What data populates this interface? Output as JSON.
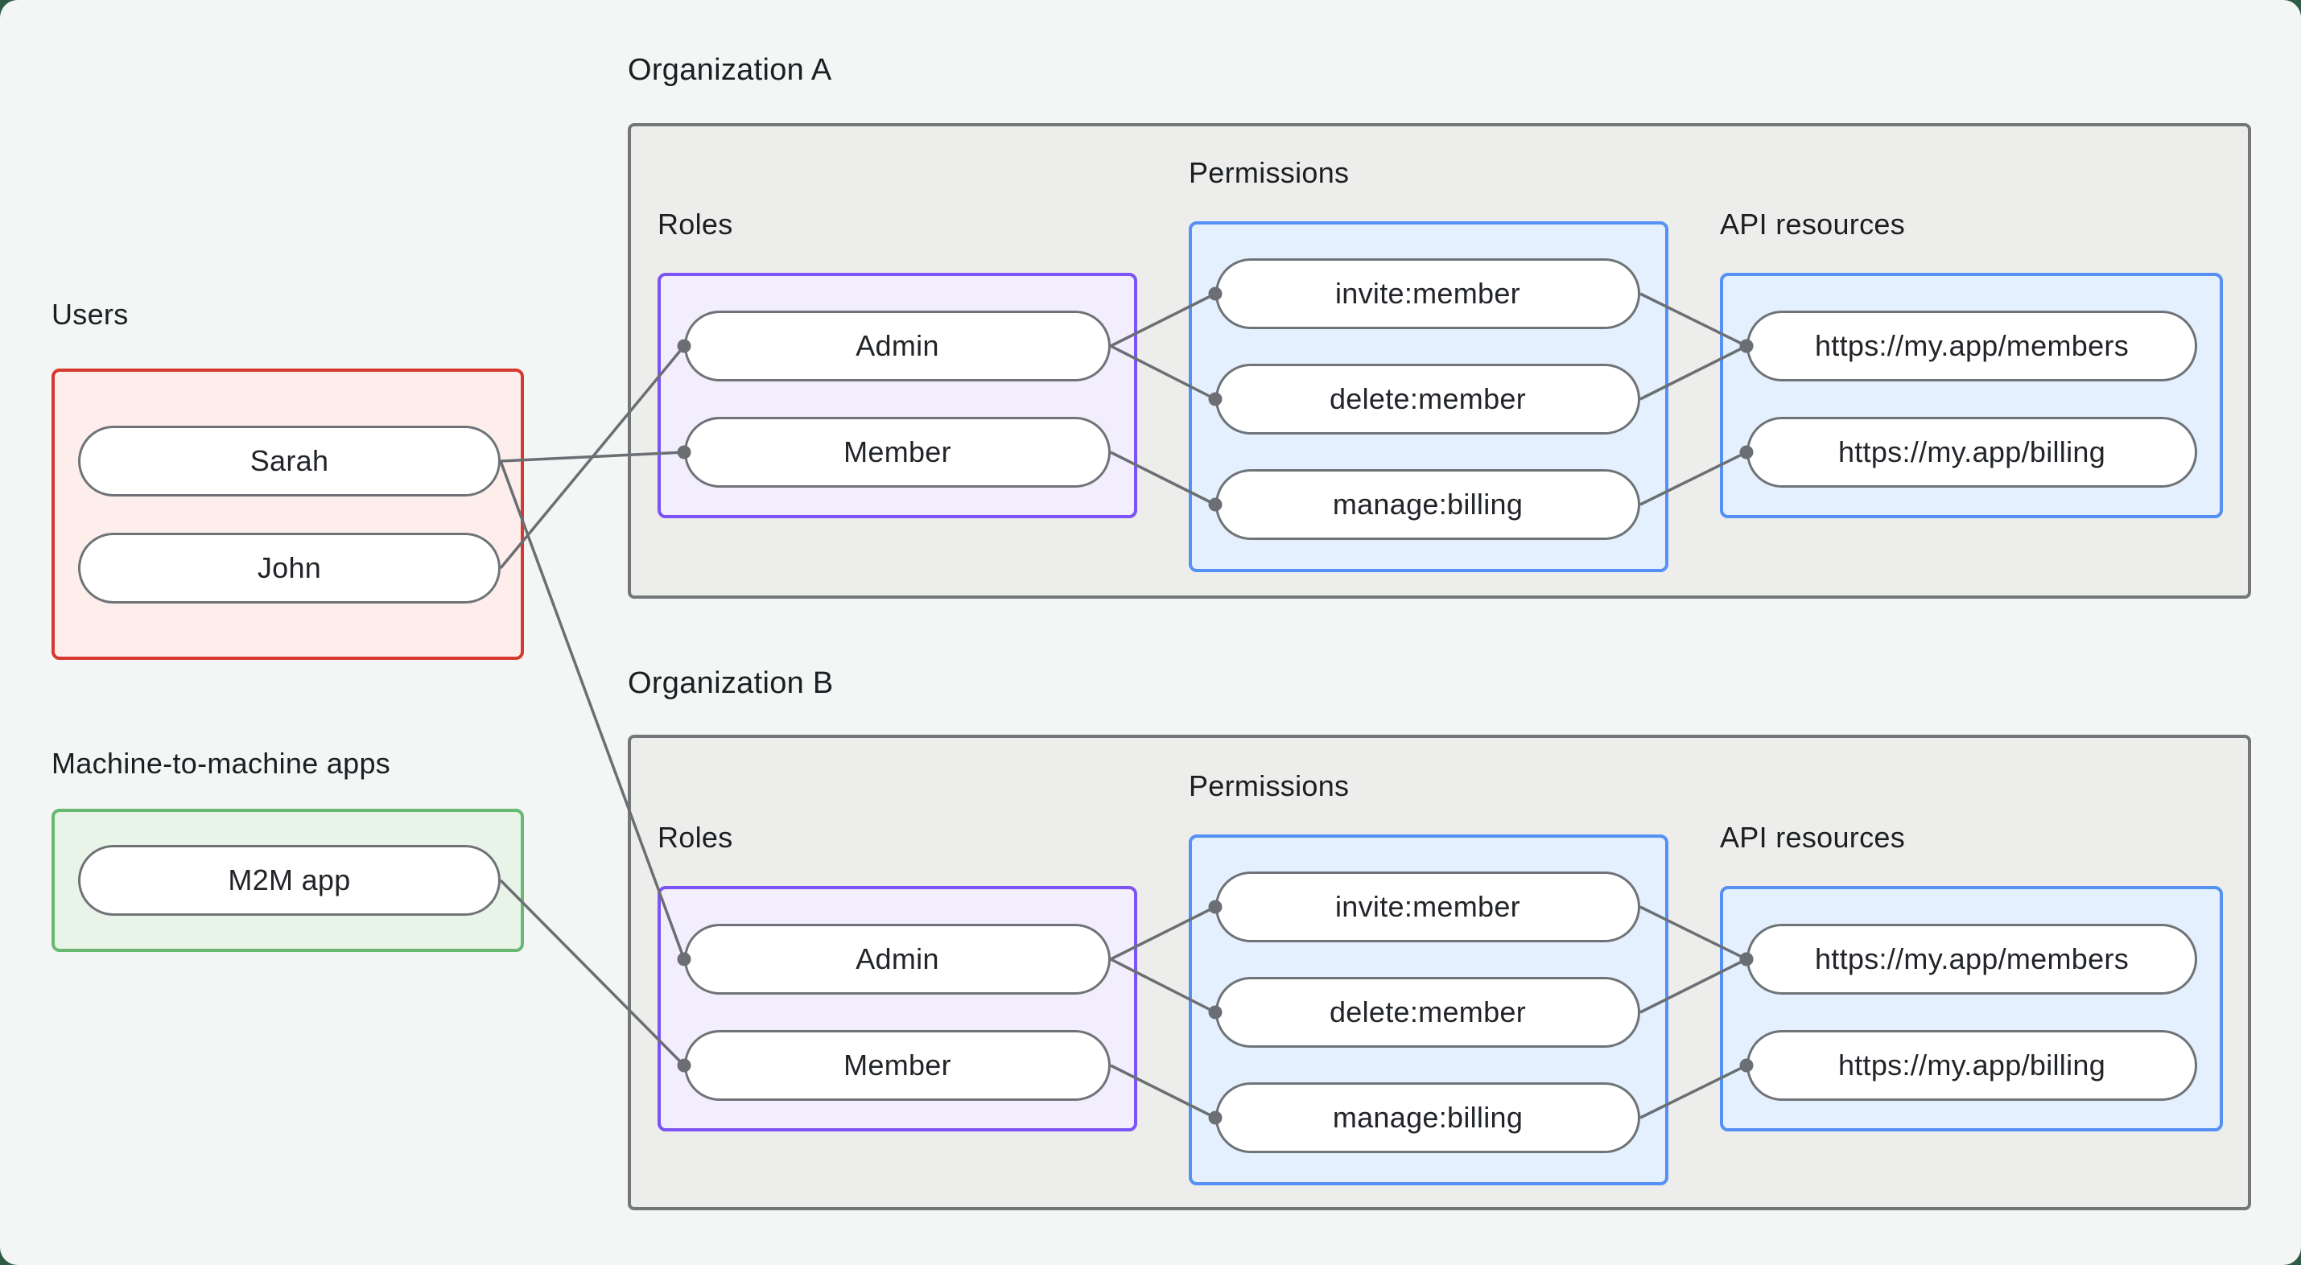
{
  "colors": {
    "red": "#d5392f",
    "red-bg": "#fdeeec",
    "green": "#68b96f",
    "green-bg": "#e9f4e9",
    "purple": "#7c53f5",
    "purple-bg": "#f3eefe",
    "blue": "#5590f5",
    "blue-bg": "#e4f0fd",
    "gray": "#73777a",
    "gray-line": "#6b6f73",
    "org-bg": "#ededec",
    "pill-border": "#6f7377",
    "canvas-bg": "#f4f6f5",
    "page-corner-bg": "#2e5b45"
  },
  "users_group": {
    "title": "Users",
    "nodes": [
      {
        "id": "sarah",
        "label": "Sarah"
      },
      {
        "id": "john",
        "label": "John"
      }
    ]
  },
  "m2m_group": {
    "title": "Machine-to-machine apps",
    "nodes": [
      {
        "id": "m2m",
        "label": "M2M app"
      }
    ]
  },
  "orgs": [
    {
      "title": "Organization A",
      "roles_title": "Roles",
      "permissions_title": "Permissions",
      "api_title": "API resources",
      "roles": [
        {
          "id": "orgA-admin",
          "label": "Admin"
        },
        {
          "id": "orgA-member",
          "label": "Member"
        }
      ],
      "permissions": [
        {
          "id": "orgA-invite",
          "label": "invite:member"
        },
        {
          "id": "orgA-delete",
          "label": "delete:member"
        },
        {
          "id": "orgA-manage",
          "label": "manage:billing"
        }
      ],
      "api_resources": [
        {
          "id": "orgA-members",
          "label": "https://my.app/members"
        },
        {
          "id": "orgA-billing",
          "label": "https://my.app/billing"
        }
      ]
    },
    {
      "title": "Organization B",
      "roles_title": "Roles",
      "permissions_title": "Permissions",
      "api_title": "API resources",
      "roles": [
        {
          "id": "orgB-admin",
          "label": "Admin"
        },
        {
          "id": "orgB-member",
          "label": "Member"
        }
      ],
      "permissions": [
        {
          "id": "orgB-invite",
          "label": "invite:member"
        },
        {
          "id": "orgB-delete",
          "label": "delete:member"
        },
        {
          "id": "orgB-manage",
          "label": "manage:billing"
        }
      ],
      "api_resources": [
        {
          "id": "orgB-members",
          "label": "https://my.app/members"
        },
        {
          "id": "orgB-billing",
          "label": "https://my.app/billing"
        }
      ]
    }
  ],
  "edges": [
    {
      "from": "sarah",
      "to": "orgA-member"
    },
    {
      "from": "john",
      "to": "orgA-admin"
    },
    {
      "from": "sarah",
      "to": "orgB-admin"
    },
    {
      "from": "m2m",
      "to": "orgB-member"
    },
    {
      "from": "orgA-admin",
      "to": "orgA-invite"
    },
    {
      "from": "orgA-admin",
      "to": "orgA-delete"
    },
    {
      "from": "orgA-member",
      "to": "orgA-manage"
    },
    {
      "from": "orgA-invite",
      "to": "orgA-members"
    },
    {
      "from": "orgA-delete",
      "to": "orgA-members"
    },
    {
      "from": "orgA-manage",
      "to": "orgA-billing"
    },
    {
      "from": "orgB-admin",
      "to": "orgB-invite"
    },
    {
      "from": "orgB-admin",
      "to": "orgB-delete"
    },
    {
      "from": "orgB-member",
      "to": "orgB-manage"
    },
    {
      "from": "orgB-invite",
      "to": "orgB-members"
    },
    {
      "from": "orgB-delete",
      "to": "orgB-members"
    },
    {
      "from": "orgB-manage",
      "to": "orgB-billing"
    }
  ]
}
